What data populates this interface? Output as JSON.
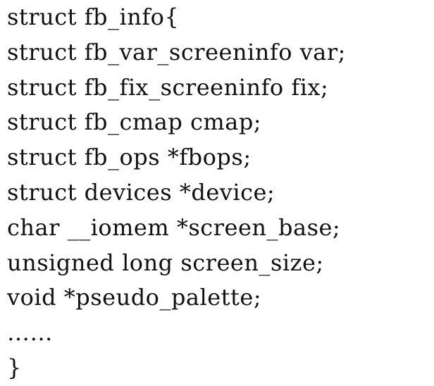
{
  "code": {
    "lines": [
      "struct fb_info{",
      "struct fb_var_screeninfo var;",
      "struct fb_fix_screeninfo fix;",
      "struct fb_cmap cmap;",
      "struct fb_ops *fbops;",
      "struct devices *device;",
      "char __iomem *screen_base;",
      "unsigned long screen_size;",
      "void *pseudo_palette;",
      "……",
      "}"
    ]
  }
}
